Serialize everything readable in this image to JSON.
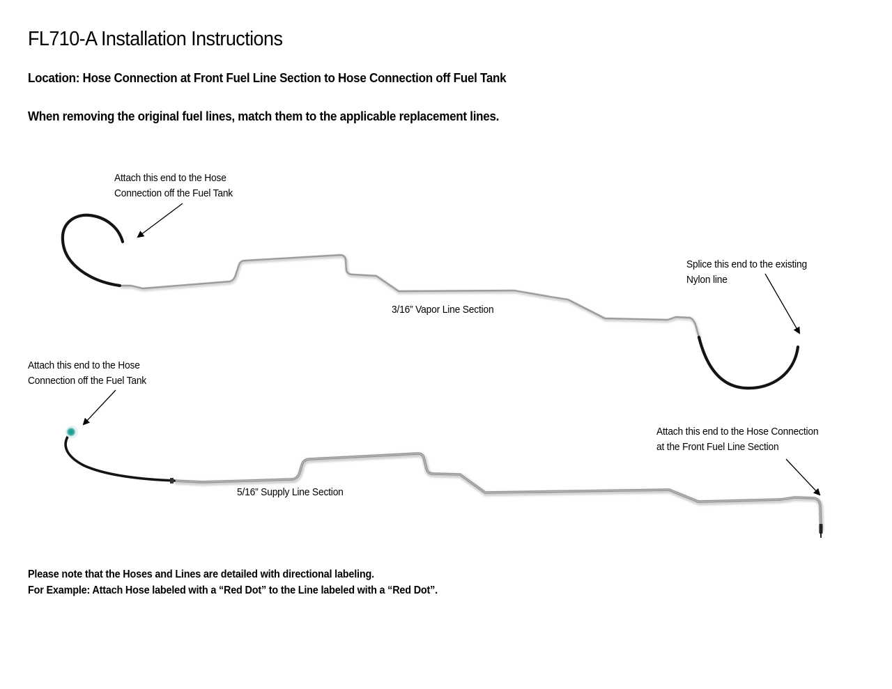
{
  "document": {
    "title": "FL710-A Installation Instructions",
    "location": "Location: Hose Connection at Front Fuel Line Section to Hose Connection off Fuel Tank",
    "instruction": "When removing the original fuel lines, match them to the applicable replacement lines."
  },
  "vapor_line": {
    "section_label": "3/16” Vapor Line Section",
    "left_end_callout": [
      "Attach this end to the Hose",
      "Connection off the Fuel Tank"
    ],
    "right_end_callout": [
      "Splice this end to the existing",
      "Nylon line"
    ]
  },
  "supply_line": {
    "section_label": "5/16” Supply Line Section",
    "left_end_callout": [
      "Attach this end to the Hose",
      "Connection off the Fuel Tank"
    ],
    "right_end_callout": [
      "Attach this end to the Hose Connection",
      "at the Front Fuel Line Section"
    ],
    "connector_color": "#2aa59a"
  },
  "notes": [
    "Please note that the Hoses and Lines are detailed with directional labeling.",
    "For Example: Attach Hose labeled with a “Red Dot” to the Line labeled with a “Red Dot”."
  ],
  "colors": {
    "hose": "#141414",
    "steel_line": "#9a9a9a",
    "steel_line_shadow": "#d0d0d0",
    "arrow": "#000000"
  }
}
